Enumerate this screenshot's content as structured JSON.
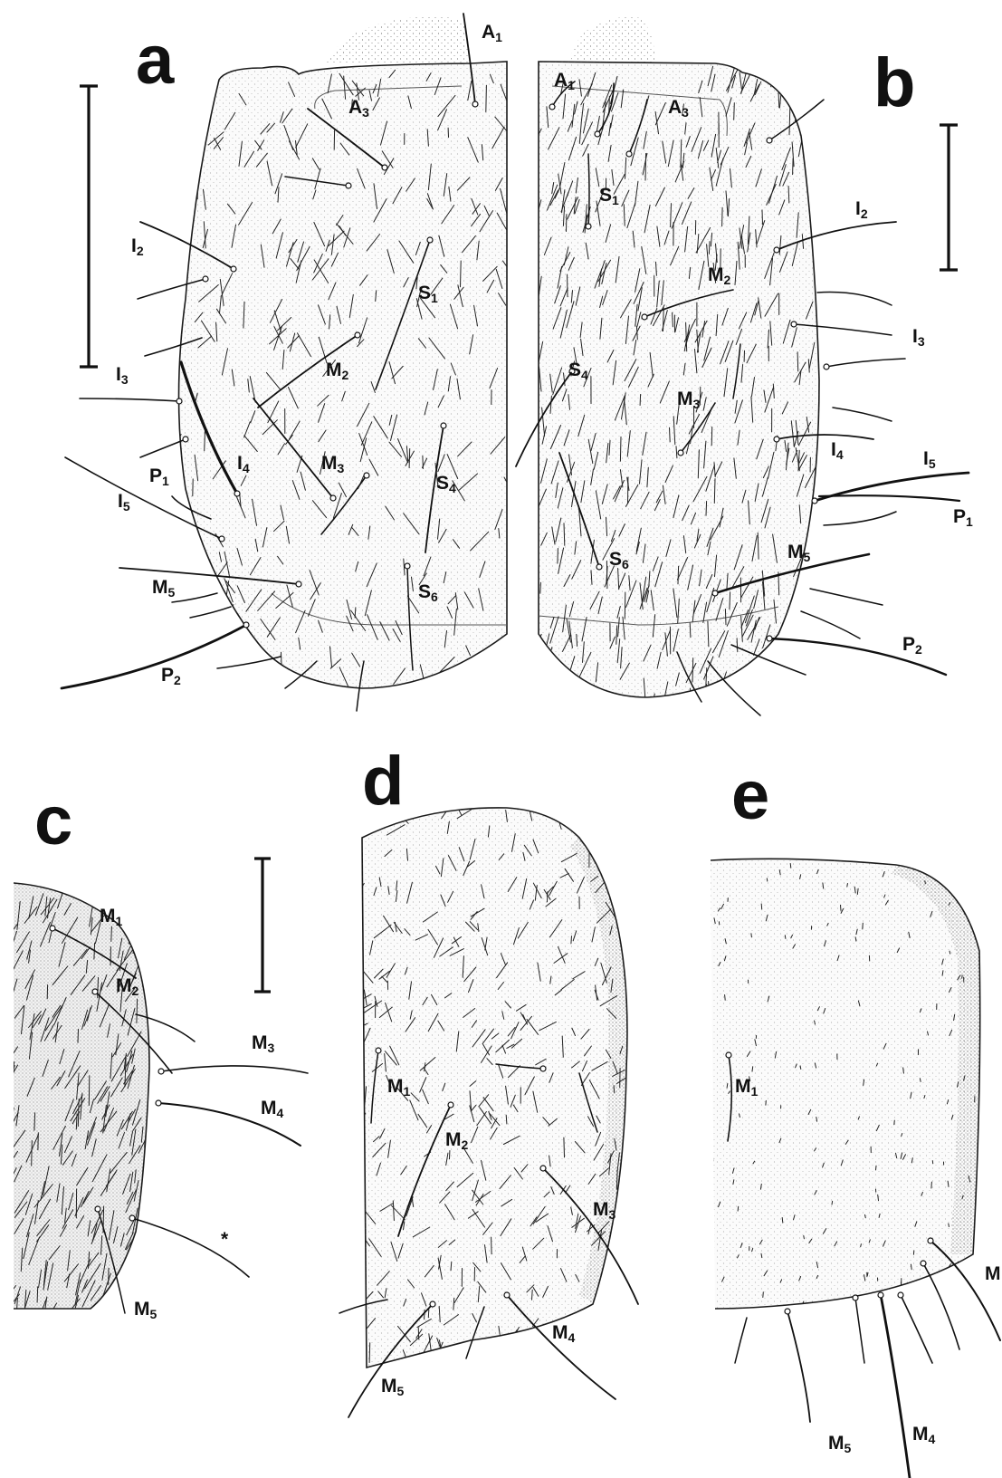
{
  "panels": [
    {
      "id": "a",
      "letter": "a",
      "setae": [
        {
          "name": "A",
          "sub": "1"
        },
        {
          "name": "A",
          "sub": "3"
        },
        {
          "name": "S",
          "sub": "1"
        },
        {
          "name": "S",
          "sub": "4"
        },
        {
          "name": "S",
          "sub": "6"
        },
        {
          "name": "I",
          "sub": "2"
        },
        {
          "name": "I",
          "sub": "3"
        },
        {
          "name": "I",
          "sub": "4"
        },
        {
          "name": "I",
          "sub": "5"
        },
        {
          "name": "M",
          "sub": "2"
        },
        {
          "name": "M",
          "sub": "3"
        },
        {
          "name": "M",
          "sub": "5"
        },
        {
          "name": "P",
          "sub": "1"
        },
        {
          "name": "P",
          "sub": "2"
        }
      ]
    },
    {
      "id": "b",
      "letter": "b",
      "setae": [
        {
          "name": "A",
          "sub": "1"
        },
        {
          "name": "A",
          "sub": "3"
        },
        {
          "name": "S",
          "sub": "1"
        },
        {
          "name": "S",
          "sub": "4"
        },
        {
          "name": "S",
          "sub": "6"
        },
        {
          "name": "I",
          "sub": "2"
        },
        {
          "name": "I",
          "sub": "3"
        },
        {
          "name": "I",
          "sub": "4"
        },
        {
          "name": "I",
          "sub": "5"
        },
        {
          "name": "M",
          "sub": "2"
        },
        {
          "name": "M",
          "sub": "3"
        },
        {
          "name": "M",
          "sub": "5"
        },
        {
          "name": "P",
          "sub": "1"
        },
        {
          "name": "P",
          "sub": "2"
        }
      ]
    },
    {
      "id": "c",
      "letter": "c",
      "setae": [
        {
          "name": "M",
          "sub": "1"
        },
        {
          "name": "M",
          "sub": "2"
        },
        {
          "name": "M",
          "sub": "3"
        },
        {
          "name": "M",
          "sub": "4"
        },
        {
          "name": "M",
          "sub": "5"
        },
        {
          "name": "*",
          "sub": ""
        }
      ]
    },
    {
      "id": "d",
      "letter": "d",
      "setae": [
        {
          "name": "M",
          "sub": "1"
        },
        {
          "name": "M",
          "sub": "2"
        },
        {
          "name": "M",
          "sub": "3"
        },
        {
          "name": "M",
          "sub": "4"
        },
        {
          "name": "M",
          "sub": "5"
        }
      ]
    },
    {
      "id": "e",
      "letter": "e",
      "setae": [
        {
          "name": "M",
          "sub": "1"
        },
        {
          "name": "M",
          "sub": ""
        },
        {
          "name": "M",
          "sub": "5"
        },
        {
          "name": "M",
          "sub": "4"
        }
      ]
    }
  ],
  "colors": {
    "ink": "#111111",
    "plate_fill": "#fbfbfb",
    "background": "#ffffff"
  }
}
